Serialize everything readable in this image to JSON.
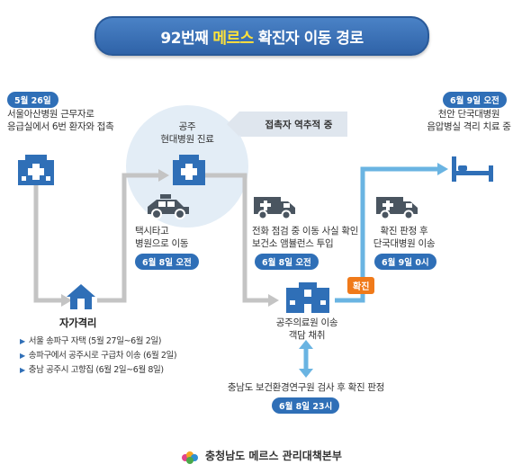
{
  "title": {
    "prefix": "92번째",
    "highlight": "메르스",
    "suffix": "확진자 이동 경로"
  },
  "start": {
    "date": "5월 26일",
    "line1": "서울아산병원 근무자로",
    "line2": "응급실에서 6번 환자와 접촉"
  },
  "home": {
    "label": "자가격리",
    "bullets": [
      "서울 송파구 자택 (5월 27일~6월 2일)",
      "송파구에서 공주시로 구급차 이송 (6월 2일)",
      "충남 공주시 고향집 (6월 2일~6월 8일)"
    ]
  },
  "taxi": {
    "line1": "택시타고",
    "line2": "병원으로 이동",
    "date": "6월 8일 오전"
  },
  "gongju_hospital": {
    "line1": "공주",
    "line2": "현대병원 진료"
  },
  "tracing": {
    "label": "접촉자 역추적 중"
  },
  "ambulance1": {
    "line1": "전화 점검 중 이동 사실 확인",
    "line2": "보건소 앰뷸런스 투입",
    "date": "6월 8일 오전"
  },
  "medical_center": {
    "line1": "공주의료원 이송",
    "line2": "객담 채취"
  },
  "test": {
    "text": "충남도 보건환경연구원 검사 후 확진 판정",
    "date": "6월 8일 23시"
  },
  "confirmed": {
    "label": "확진"
  },
  "ambulance2": {
    "line1": "확진 판정 후",
    "line2": "단국대병원 이송",
    "date": "6월 9일 0시"
  },
  "final": {
    "date": "6월 9일 오전",
    "line1": "천안 단국대병원",
    "line2": "음압병실 격리 치료 중"
  },
  "footer": {
    "org": "충청남도 메르스 관리대책본부"
  },
  "colors": {
    "route_gray": "#c4c4c4",
    "route_blue": "#6ab4e2",
    "icon_blue": "#2f6fb7",
    "badge_blue": "#2f6fb7",
    "confirm_orange": "#f07a1a"
  }
}
